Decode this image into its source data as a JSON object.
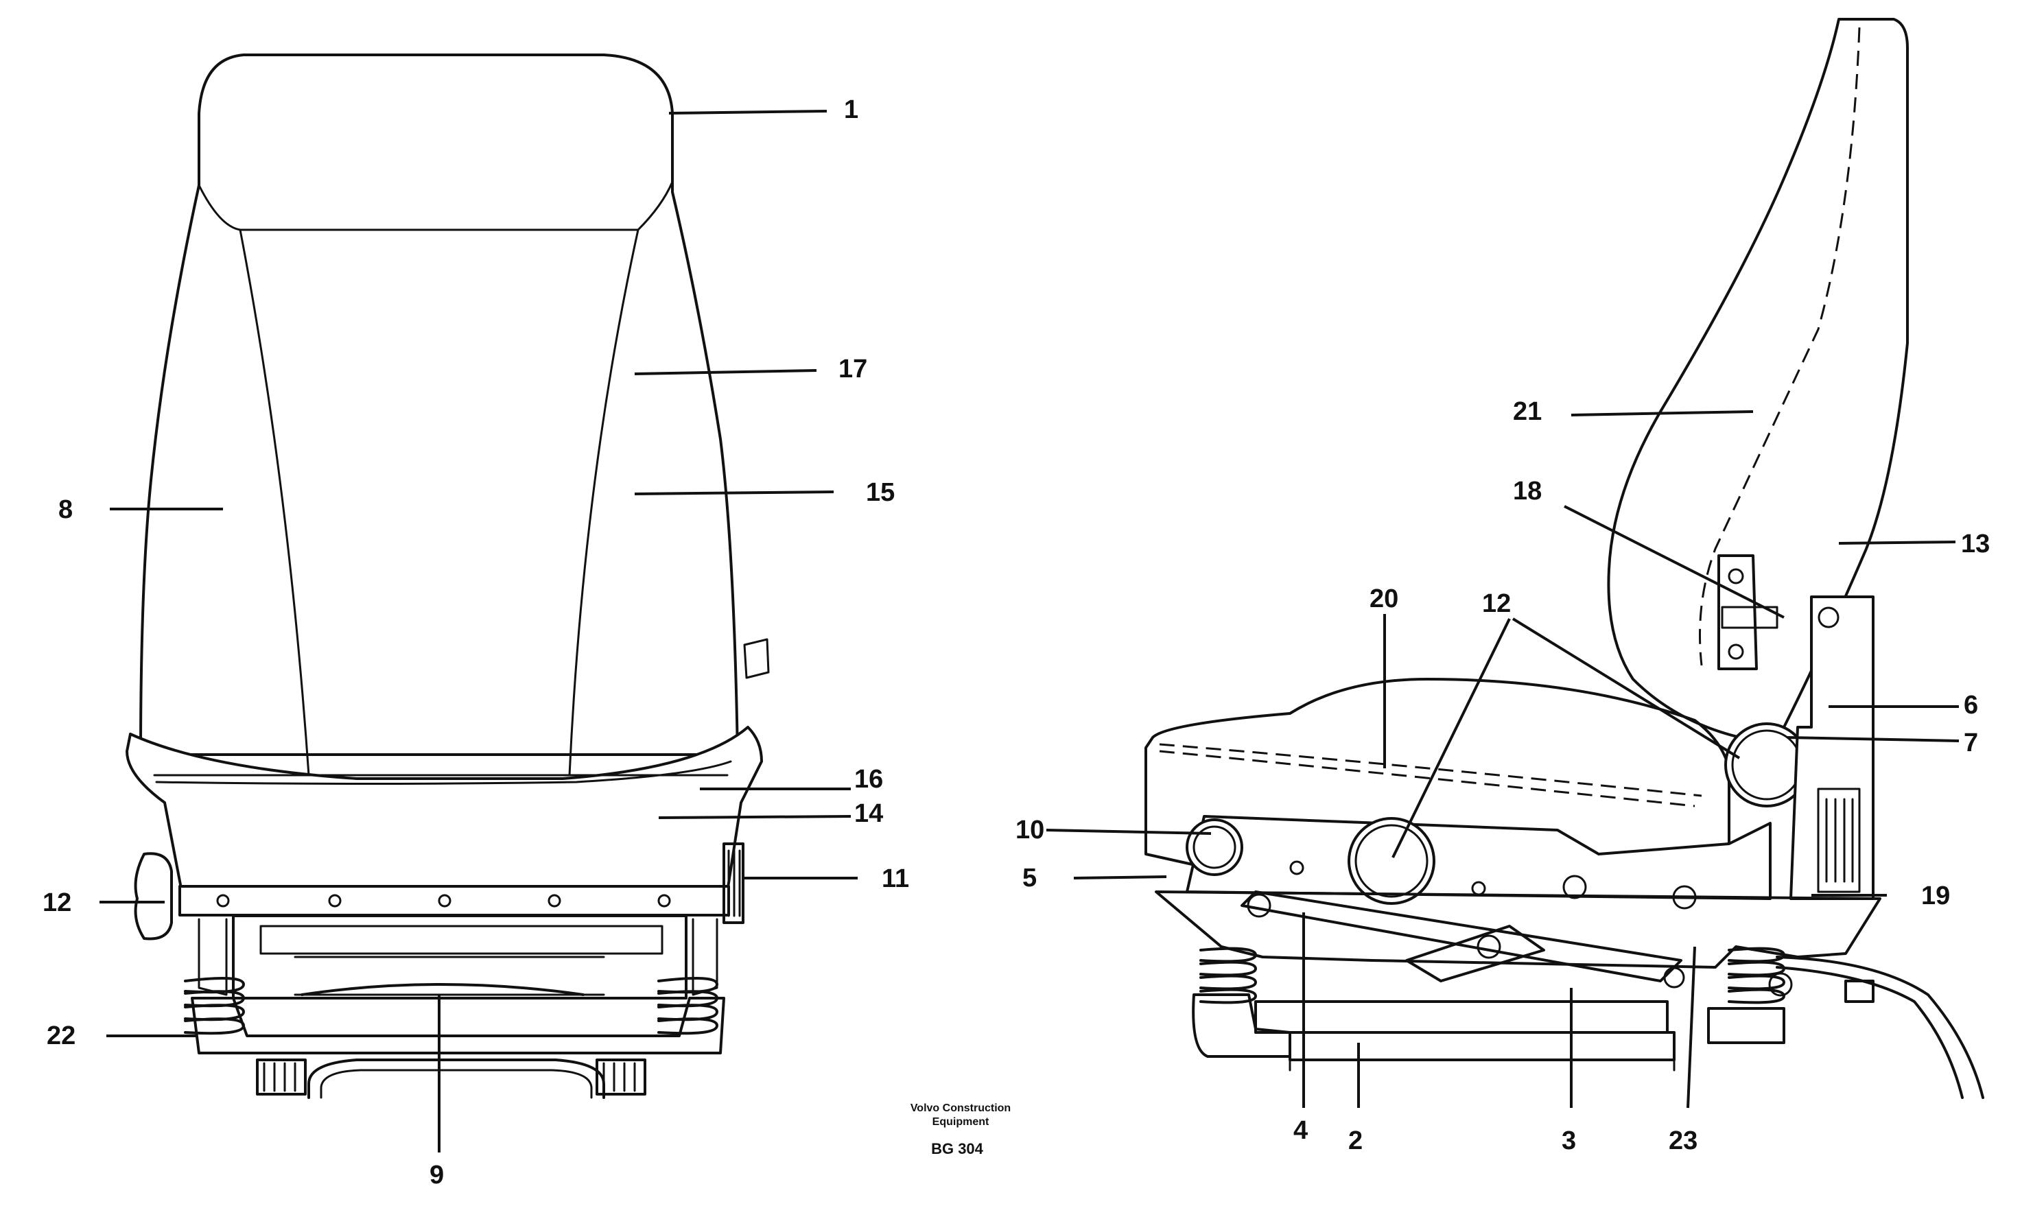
{
  "front_view": {
    "callouts": {
      "c1": "1",
      "c17": "17",
      "c8": "8",
      "c15": "15",
      "c16": "16",
      "c14": "14",
      "c11": "11",
      "c12": "12",
      "c22": "22",
      "c9": "9"
    }
  },
  "side_view": {
    "callouts": {
      "c21": "21",
      "c18": "18",
      "c13": "13",
      "c20": "20",
      "c12": "12",
      "c6": "6",
      "c7": "7",
      "c10": "10",
      "c5": "5",
      "c19": "19",
      "c4": "4",
      "c2": "2",
      "c3": "3",
      "c23": "23"
    }
  },
  "credit": {
    "line1": "Volvo Construction",
    "line2": "Equipment",
    "code": "BG 304"
  }
}
